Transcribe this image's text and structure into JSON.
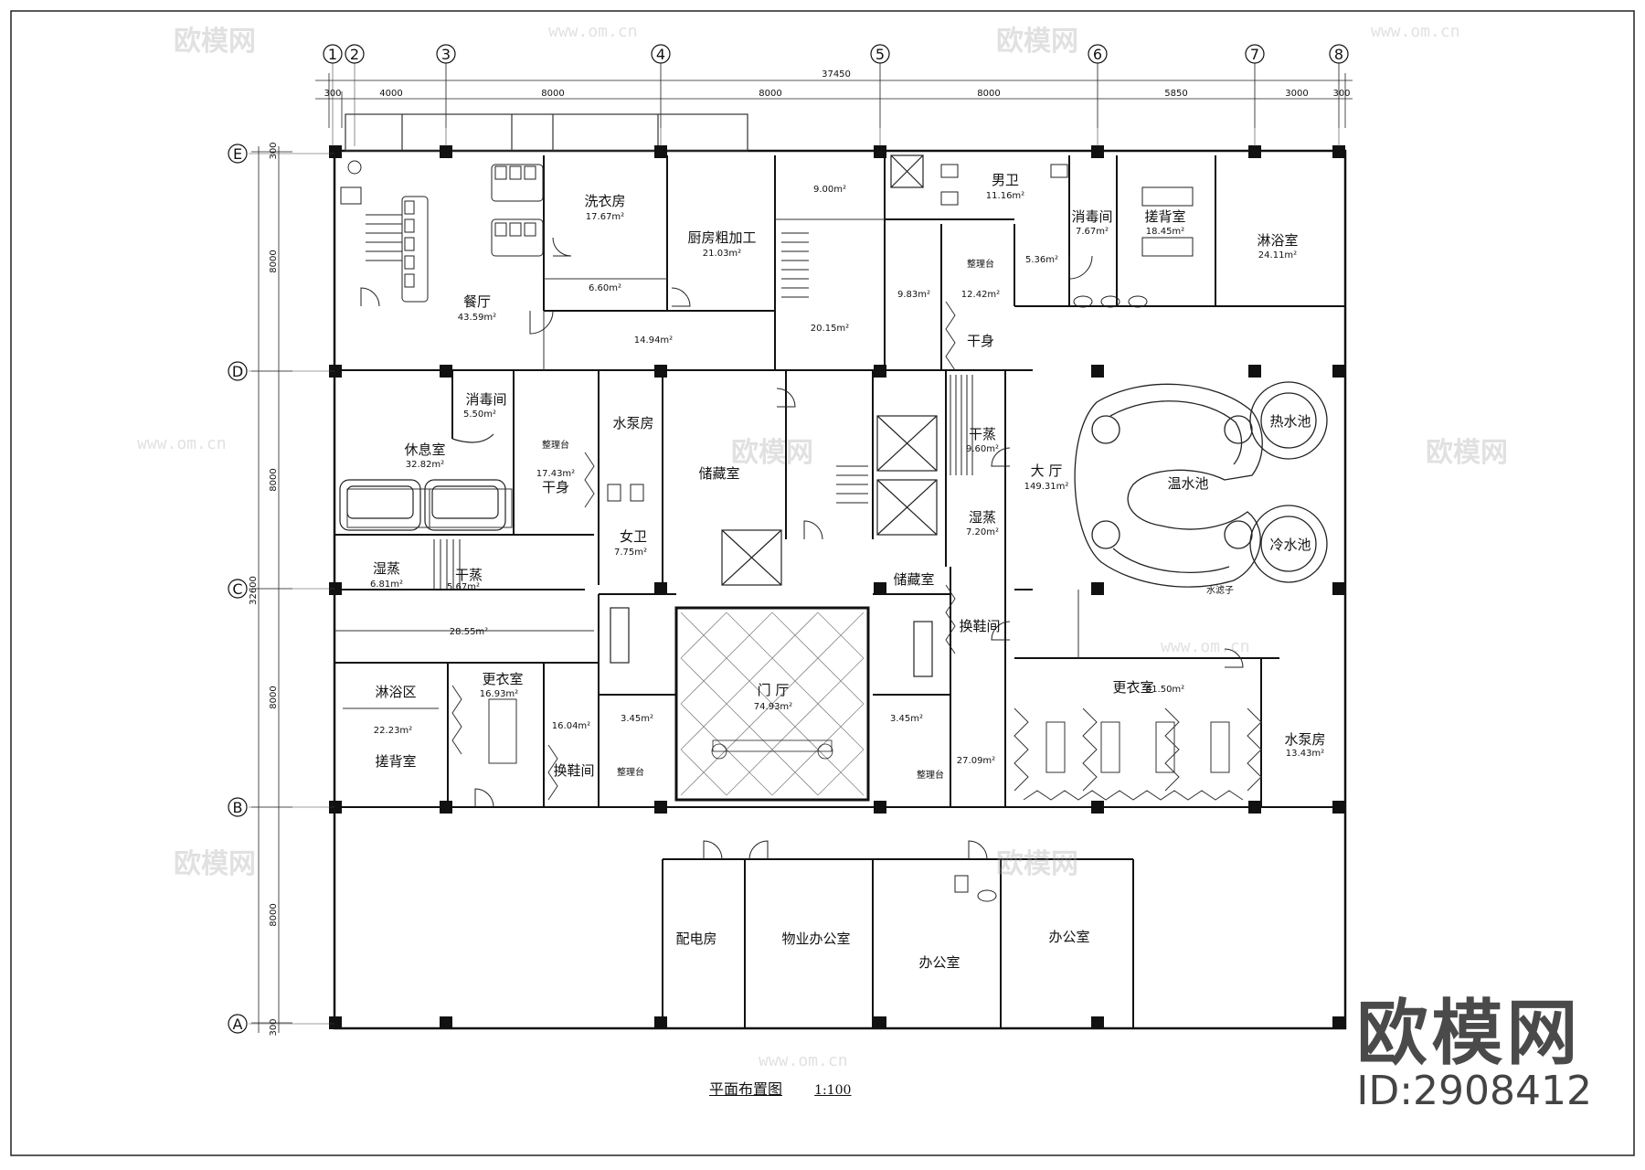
{
  "drawing": {
    "title": "平面布置图",
    "scale": "1:100",
    "brand": "欧模网",
    "id_label": "ID:2908412",
    "watermark_cn": "欧模网",
    "watermark_url": "www.om.cn"
  },
  "grid": {
    "columns": [
      "1",
      "2",
      "3",
      "4",
      "5",
      "6",
      "7",
      "8"
    ],
    "rows": [
      "E",
      "D",
      "C",
      "B",
      "A"
    ],
    "total_dim": "37450",
    "top_dims": [
      "300",
      "4000",
      "8000",
      "8000",
      "8000",
      "5850",
      "3000",
      "300"
    ],
    "side_total": "32600",
    "side_dims": [
      "300",
      "8000",
      "8000",
      "8000",
      "8000",
      "300"
    ]
  },
  "rooms": [
    {
      "name": "洗衣房",
      "area": "17.67m²"
    },
    {
      "name": "厨房粗加工",
      "area": "21.03m²"
    },
    {
      "name": "",
      "area": "9.00m²"
    },
    {
      "name": "男卫",
      "area": "11.16m²"
    },
    {
      "name": "消毒间",
      "area": "7.67m²"
    },
    {
      "name": "搓背室",
      "area": "18.45m²"
    },
    {
      "name": "淋浴室",
      "area": "24.11m²"
    },
    {
      "name": "餐厅",
      "area": "43.59m²"
    },
    {
      "name": "",
      "area": "6.60m²"
    },
    {
      "name": "",
      "area": "14.94m²"
    },
    {
      "name": "",
      "area": "20.15m²"
    },
    {
      "name": "",
      "area": "9.83m²"
    },
    {
      "name": "整理台",
      "area": "12.42m²"
    },
    {
      "name": "",
      "area": "5.36m²"
    },
    {
      "name": "干身",
      "area": ""
    },
    {
      "name": "消毒间",
      "area": "5.50m²"
    },
    {
      "name": "休息室",
      "area": "32.82m²"
    },
    {
      "name": "整理台",
      "area": ""
    },
    {
      "name": "干身",
      "area": "17.43m²"
    },
    {
      "name": "水泵房",
      "area": ""
    },
    {
      "name": "储藏室",
      "area": ""
    },
    {
      "name": "女卫",
      "area": "7.75m²"
    },
    {
      "name": "干蒸",
      "area": "9.60m²"
    },
    {
      "name": "大 厅",
      "area": "149.31m²"
    },
    {
      "name": "湿蒸",
      "area": "7.20m²"
    },
    {
      "name": "热水池",
      "area": ""
    },
    {
      "name": "温水池",
      "area": ""
    },
    {
      "name": "冷水池",
      "area": ""
    },
    {
      "name": "水滤子",
      "area": ""
    },
    {
      "name": "湿蒸",
      "area": "6.81m²"
    },
    {
      "name": "干蒸",
      "area": "5.67m²"
    },
    {
      "name": "储藏室",
      "area": ""
    },
    {
      "name": "换鞋间",
      "area": ""
    },
    {
      "name": "",
      "area": "28.55m²"
    },
    {
      "name": "淋浴区",
      "area": "22.23m²"
    },
    {
      "name": "更衣室",
      "area": "16.93m²"
    },
    {
      "name": "",
      "area": "16.04m²"
    },
    {
      "name": "换鞋间",
      "area": ""
    },
    {
      "name": "搓背室",
      "area": ""
    },
    {
      "name": "",
      "area": "3.45m²"
    },
    {
      "name": "门 厅",
      "area": "74.93m²"
    },
    {
      "name": "",
      "area": "3.45m²"
    },
    {
      "name": "整理台",
      "area": ""
    },
    {
      "name": "整理台",
      "area": "27.09m²"
    },
    {
      "name": "更衣室",
      "area": "51.50m²"
    },
    {
      "name": "水泵房",
      "area": "13.43m²"
    },
    {
      "name": "配电房",
      "area": ""
    },
    {
      "name": "物业办公室",
      "area": ""
    },
    {
      "name": "办公室",
      "area": ""
    },
    {
      "name": "办公室",
      "area": ""
    }
  ]
}
